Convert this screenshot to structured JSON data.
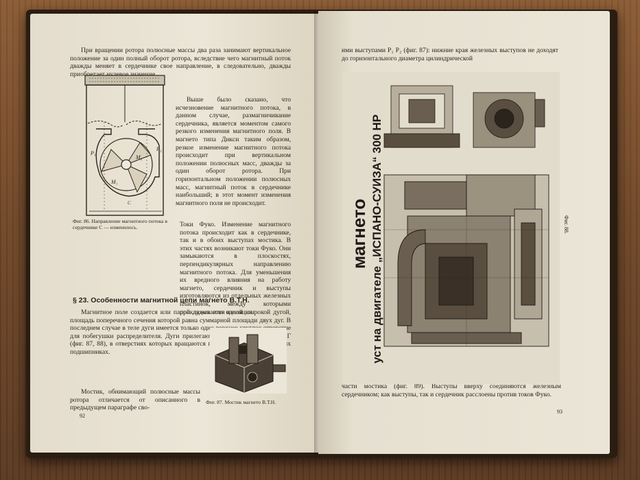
{
  "left_page": {
    "paragraphs_top": [
      "При вращении ротора полюсные массы два раза занимают вертикальное положение за один полный оборот ротора, вследствие чего магнитный поток дважды меняет в сердечнике свое направление, в следовательно, дважды приобретает нулевое значение.",
      "Выше было сказано, что исчезновение магнитного потока, в данном случае, размагничивание сердечника, является моментом самого резкого изменения магнитного поля. В магнето типа Дикси таким образом, резкое изменение магнитного потока происходит при вертикальном положении полюсных масс, дважды за один оборот ротора. При горизонтальном положении полюсных масс, магнитный поток в сердечнике наибольший; в этот момент изменения магнитного поля не происходит.",
      "Токи Фуко. Изменение магнитного потока происходит как в сердечнике, так и в обоих выступах мостика. В этих частях возникают токи Фуко. Они замыкаются в плоскостях, перпендикулярных направлению магнитного потока. Для уменьшения их вредного влияния на работу магнето, сердечник и выступы изготовляются из отдельных железных пластинок, между которыми прокладывается изоляция."
    ],
    "fig86_caption": "Фиг. 86. Направление магнитного потока в сердечнике С — изменилось.",
    "fig86_labels": {
      "p1": "P₁",
      "p2": "P₂",
      "m1": "M₁",
      "m2": "M₂",
      "c": "C"
    },
    "section_heading": "§ 23. Особенности магнитной цепи магнето В.Т.Н.",
    "paragraphs_bottom": [
      "Магнитное поле создается или парой дужек или одной широкой дугой, площадь поперечного сечения которой равна суммарной площади двух дуг. В последнем случае в теле дуги имеется только одно верхнее круглое отверстие для побегушки распределителя. Дуги прилегают к железным стойкам Г, Г (фиг. 87, 88), в отверстиях которых вращаются полюси ротора в шариковых подшипниках.",
      "Мостик, обнимающий полюсные массы ротора отличается от описанного в предыдущем параграфе сво-"
    ],
    "fig87_caption": "Фиг. 87. Мостик магнето В.Т.Н.",
    "page_number": "92"
  },
  "right_page": {
    "top_text": "ими выступами P₁ P₂ (фиг. 87): нижние края железных выступов не доходят до горизонтального диаметра цилиндрической",
    "photo_title": "магнето",
    "photo_subtitle": "уст на двигателе „ИСПАНО-СУИЗА“ 300 НР",
    "fig88_caption": "Фиг. 88.",
    "bottom_text": "части мостика (фиг. 89). Выступы вверху соединяются железным сердечником; как выступы, так и сердечник расслоены против токов Фуко.",
    "page_number": "93"
  }
}
